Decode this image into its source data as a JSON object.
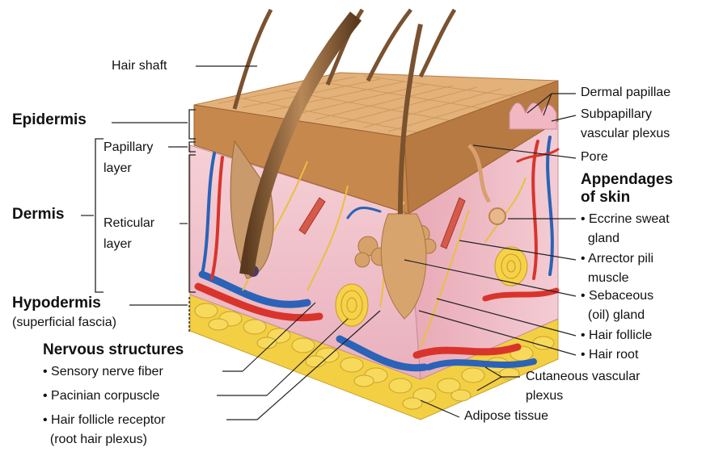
{
  "labels": {
    "hair_shaft": "Hair shaft",
    "epidermis": "Epidermis",
    "papillary_layer": "Papillary\nlayer",
    "dermis": "Dermis",
    "reticular_layer": "Reticular\nlayer",
    "hypodermis": "Hypodermis",
    "superficial_fascia": "(superficial fascia)",
    "nervous_structures": "Nervous structures",
    "sensory_nerve_fiber": "• Sensory nerve fiber",
    "pacinian_corpuscle": "• Pacinian corpuscle",
    "hair_follicle_receptor": "• Hair follicle receptor\n  (root hair plexus)",
    "dermal_papillae": "Dermal papillae",
    "subpapillary_plexus": "Subpapillary\nvascular plexus",
    "pore": "Pore",
    "appendages": "Appendages\nof skin",
    "eccrine_gland": "• Eccrine sweat\n  gland",
    "arrector_pili": "• Arrector pili\n  muscle",
    "sebaceous_gland": "• Sebaceous\n  (oil) gland",
    "hair_follicle": "• Hair follicle",
    "hair_root": "• Hair root",
    "cutaneous_plexus": "Cutaneous vascular\nplexus",
    "adipose_tissue": "Adipose tissue"
  },
  "colors": {
    "epidermis": "#c8874a",
    "epidermis_top": "#e0b078",
    "dermis": "#f2c4cc",
    "hypodermis_fat": "#f0cc3a",
    "artery": "#d9342b",
    "vein": "#2a63b8",
    "nerve": "#e8c040",
    "hair": "#7a5230",
    "leader_line": "#222222"
  }
}
